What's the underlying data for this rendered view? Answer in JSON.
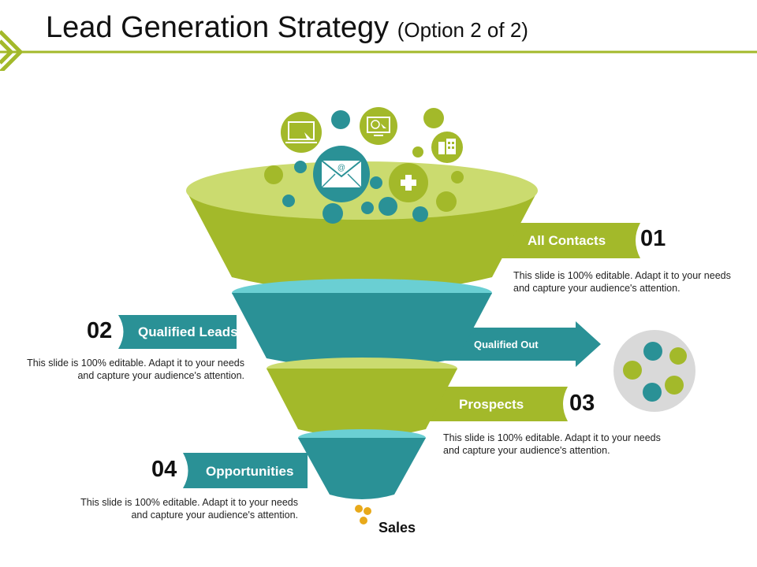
{
  "slide": {
    "title": "Lead Generation Strategy",
    "title_suffix": "(Option 2 of 2)"
  },
  "stages": [
    {
      "number": "01",
      "label": "All Contacts",
      "description": "This slide is 100% editable. Adapt it to your needs and capture your audience's attention."
    },
    {
      "number": "02",
      "label": "Qualified Leads",
      "description": "This slide is 100% editable. Adapt it to your needs and capture your audience's attention."
    },
    {
      "number": "03",
      "label": "Prospects",
      "description": "This slide is 100% editable. Adapt it to your needs and capture your audience's attention."
    },
    {
      "number": "04",
      "label": "Opportunities",
      "description": "This slide is 100% editable. Adapt it to your needs and capture your audience's attention."
    }
  ],
  "qualified_out": {
    "label": "Qualified Out"
  },
  "sales": {
    "label": "Sales"
  },
  "colors": {
    "green": "#a3b92a",
    "green_light": "#cbdb6f",
    "teal": "#2a9196",
    "teal_light": "#6acfd3",
    "grey": "#d9d9d9",
    "coin": "#e8a91a"
  },
  "icons": [
    "laptop-icon",
    "email-icon",
    "monitor-dollar-icon",
    "plus-icon",
    "building-icon",
    "coin-icon"
  ]
}
